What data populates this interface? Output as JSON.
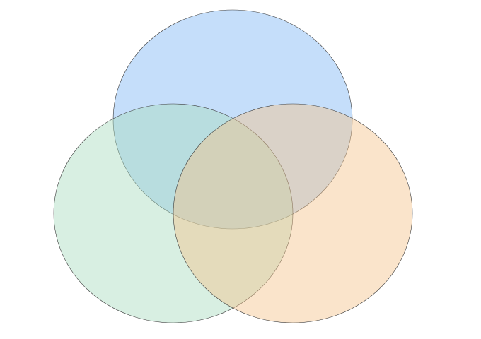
{
  "diagram": {
    "type": "venn",
    "set_count": 3,
    "sets": [
      {
        "id": "top",
        "color": "#7fb5f5"
      },
      {
        "id": "bottom-left",
        "color": "#a9dbbf"
      },
      {
        "id": "bottom-right",
        "color": "#f4c48c"
      }
    ],
    "outline_color": "#3a3a3a",
    "labels_shown": false
  }
}
